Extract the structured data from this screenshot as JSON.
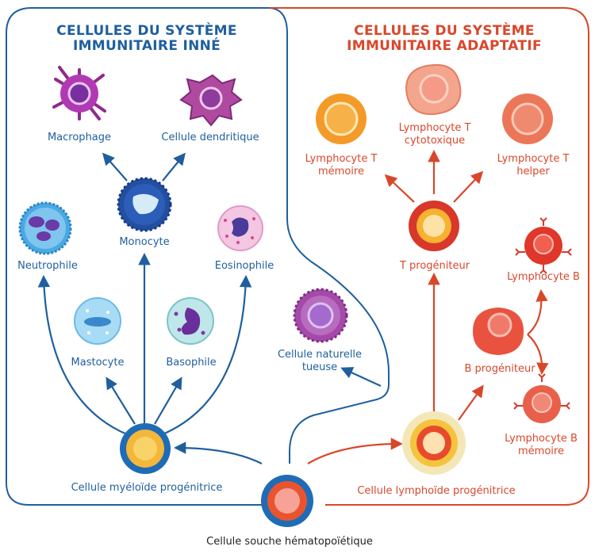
{
  "innate": {
    "title_line1": "CELLULES DU SYSTÈME",
    "title_line2": "IMMUNITAIRE INNÉ",
    "macrophage": "Macrophage",
    "dendritic": "Cellule dendritique",
    "monocyte": "Monocyte",
    "neutrophil": "Neutrophile",
    "eosinophil": "Eosinophile",
    "mastocyte": "Mastocyte",
    "basophil": "Basophile",
    "myeloid": "Cellule myéloïde progénitrice",
    "nk_line1": "Cellule naturelle",
    "nk_line2": "tueuse"
  },
  "adaptive": {
    "title_line1": "CELLULES DU SYSTÈME",
    "title_line2": "IMMUNITAIRE ADAPTATIF",
    "t_memory_line1": "Lymphocyte T",
    "t_memory_line2": "mémoire",
    "t_cyto_line1": "Lymphocyte T",
    "t_cyto_line2": "cytotoxique",
    "t_helper_line1": "Lymphocyte T",
    "t_helper_line2": "helper",
    "t_prog": "T progéniteur",
    "b_lymph": "Lymphocyte B",
    "b_prog": "B progéniteur",
    "b_memory_line1": "Lymphocyte B",
    "b_memory_line2": "mémoire",
    "lymphoid": "Cellule lymphoïde progénitrice"
  },
  "stem": "Cellule souche hématopoïétique",
  "colors": {
    "innate": "#1f5f9e",
    "adaptive": "#d9472b"
  }
}
